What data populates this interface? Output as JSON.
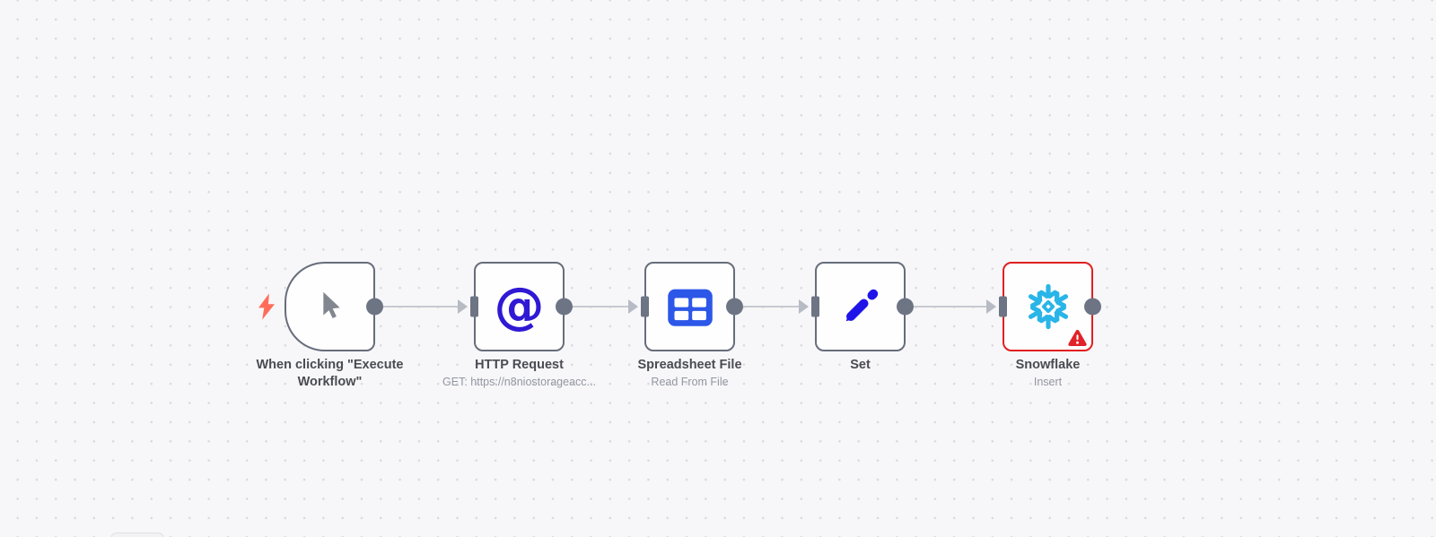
{
  "app": "n8n-workflow-canvas",
  "canvas": {
    "background_color": "#f7f7f9",
    "dot_color": "#d9d9de"
  },
  "colors": {
    "node_border": "#676d7b",
    "node_background": "#fefefe",
    "error_border": "#e02020",
    "error_badge": "#e02329",
    "endpoint": "#6d7484",
    "connection_line": "#c7cad0",
    "connection_arrow": "#b6bbc4",
    "trigger_bolt": "#ff6d5a",
    "label_text": "#4a4c52",
    "subtitle_text": "#9396a1",
    "http_icon": "#2f19d4",
    "spreadsheet_icon": "#2d57e8",
    "pencil_icon": "#1f14e8",
    "snowflake_icon": "#29b5e8",
    "cursor_icon": "#82868f"
  },
  "workflow": {
    "nodes": [
      {
        "type": "manual-trigger",
        "label": "When clicking \"Execute Workflow\"",
        "subtitle": "",
        "icon": "cursor-icon",
        "has_error": false
      },
      {
        "type": "http-request",
        "label": "HTTP Request",
        "subtitle": "GET: https://n8niostorageacc...",
        "icon": "at-icon",
        "has_error": false
      },
      {
        "type": "spreadsheet-file",
        "label": "Spreadsheet File",
        "subtitle": "Read From File",
        "icon": "spreadsheet-table-icon",
        "has_error": false
      },
      {
        "type": "set",
        "label": "Set",
        "subtitle": "",
        "icon": "pencil-icon",
        "has_error": false
      },
      {
        "type": "snowflake",
        "label": "Snowflake",
        "subtitle": "Insert",
        "icon": "snowflake-icon",
        "has_error": true
      }
    ],
    "connections": [
      {
        "from": "When clicking \"Execute Workflow\"",
        "to": "HTTP Request"
      },
      {
        "from": "HTTP Request",
        "to": "Spreadsheet File"
      },
      {
        "from": "Spreadsheet File",
        "to": "Set"
      },
      {
        "from": "Set",
        "to": "Snowflake"
      }
    ]
  }
}
